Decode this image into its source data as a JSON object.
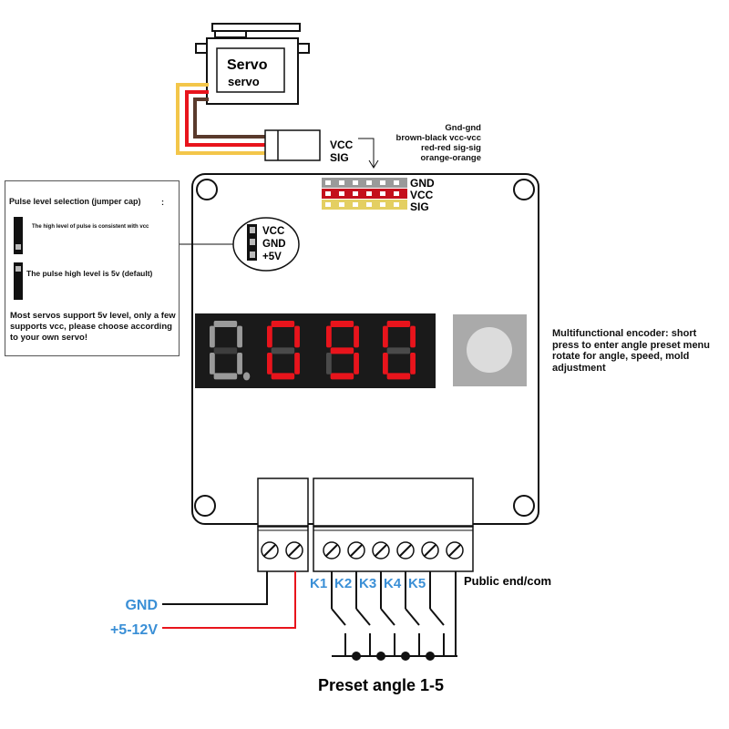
{
  "servo": {
    "label_top": "Servo",
    "label_under": "servo"
  },
  "connector": {
    "vcc": "VCC",
    "sig": "SIG"
  },
  "pin_map": [
    "Gnd-gnd",
    "brown-black vcc-vcc",
    "red-red sig-sig",
    "orange-orange"
  ],
  "header_labels": {
    "gnd": "GND",
    "vcc": "VCC",
    "sig": "SIG"
  },
  "jumper_labels": {
    "vcc": "VCC",
    "gnd": "GND",
    "v5": "+5V"
  },
  "info_box": {
    "title": "Pulse level selection (jumper cap)",
    "colon": ":",
    "option_vcc": "The high level of pulse is consistent with vcc",
    "option_5v": "The pulse high level is 5v (default)",
    "note": "Most servos support 5v level, only a few supports vcc, please choose according to your own servo!"
  },
  "display": {
    "digits": "0.090"
  },
  "encoder_note": "Multifunctional encoder: short press to enter angle preset menu rotate for angle, speed, mold adjustment",
  "power": {
    "gnd": "GND",
    "vin": "+5-12V"
  },
  "keys": [
    "K1",
    "K2",
    "K3",
    "K4",
    "K5"
  ],
  "common_label": "Public end/com",
  "footer": "Preset angle 1-5",
  "colors": {
    "red": "#e8141c",
    "blue": "#3a8fd6",
    "wire_yellow": "#f3c64a",
    "wire_brown": "#5a3a2c",
    "header_red": "#c4101b",
    "header_yellow": "#e4cf62"
  }
}
